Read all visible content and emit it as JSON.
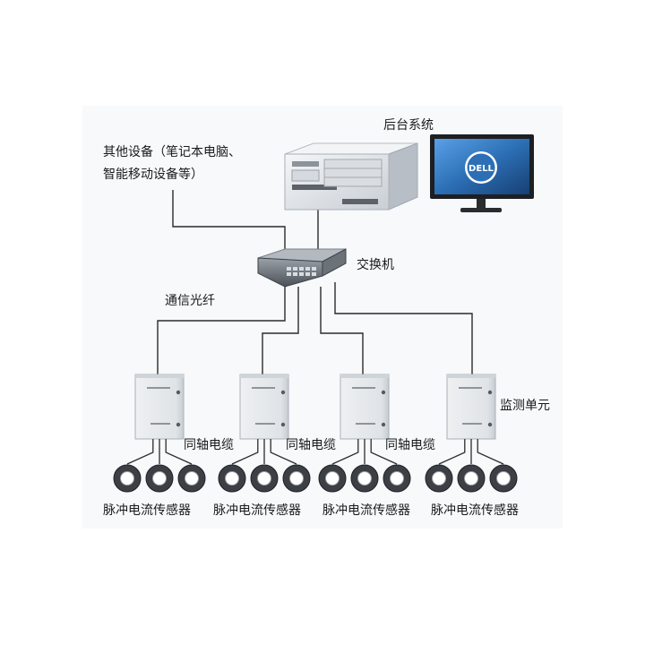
{
  "labels": {
    "backend": "后台系统",
    "other_devices_line1": "其他设备（笔记本电脑、",
    "other_devices_line2": "智能移动设备等）",
    "switch": "交换机",
    "fiber": "通信光纤",
    "monitor_unit": "监测单元",
    "coax": "同轴电缆",
    "sensor": "脉冲电流传感器"
  },
  "monitor_brand": "DELL",
  "colors": {
    "line": "#2b2b2b",
    "cabinet": "#e4e7ea",
    "server": "#e9ecef",
    "screen": "#2c6fb5",
    "sensor_ring": "#3c3f44"
  },
  "units": [
    {
      "id": 1
    },
    {
      "id": 2
    },
    {
      "id": 3
    },
    {
      "id": 4
    }
  ]
}
